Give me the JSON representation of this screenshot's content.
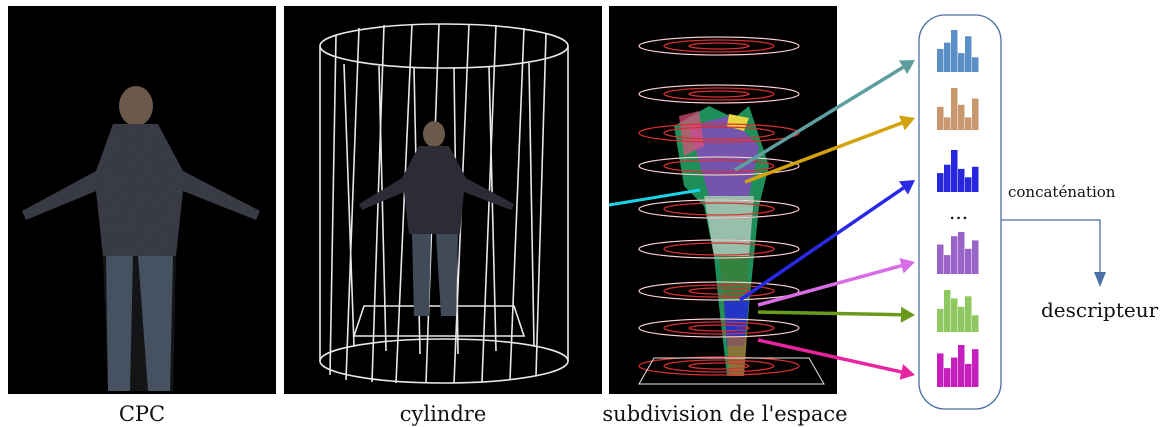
{
  "captions": {
    "cpc": "CPC",
    "cylinder": "cylindre",
    "subdivision": "subdivision de l'espace"
  },
  "concat_label": "concaténation",
  "ellipsis": "...",
  "output_label": "descripteur",
  "histograms": [
    {
      "color": "#5b8fc7",
      "values": [
        0.55,
        0.7,
        1.0,
        0.45,
        0.85,
        0.35
      ]
    },
    {
      "color": "#c8976e",
      "values": [
        0.55,
        0.3,
        1.0,
        0.6,
        0.3,
        0.75
      ]
    },
    {
      "color": "#2727e0",
      "values": [
        0.45,
        0.65,
        1.0,
        0.55,
        0.35,
        0.6
      ]
    },
    {
      "color": "#9a63c8",
      "values": [
        0.7,
        0.45,
        0.9,
        1.0,
        0.6,
        0.8
      ]
    },
    {
      "color": "#8fc860",
      "values": [
        0.55,
        1.0,
        0.8,
        0.6,
        0.85,
        0.4
      ]
    },
    {
      "color": "#c71fbd",
      "values": [
        0.8,
        0.45,
        0.7,
        1.0,
        0.55,
        0.9
      ]
    }
  ],
  "arrow_colors": [
    "#5f9ea0",
    "#d4a20c",
    "#2a2ae6",
    "#d86be6",
    "#6a9a1a",
    "#e8259e"
  ],
  "cyan_line_color": "#19d4e6",
  "frame_color": "#4a6fa5",
  "concat_arrow_color": "#4a6fa5"
}
